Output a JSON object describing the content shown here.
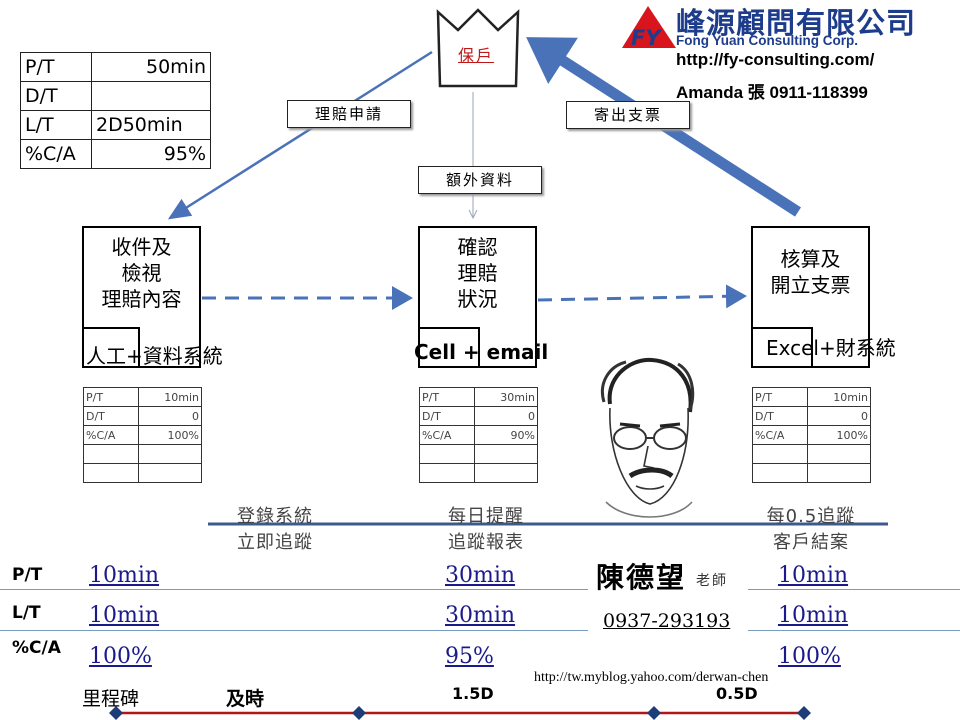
{
  "customer": {
    "label": "保戶"
  },
  "company": {
    "name_zh": "峰源顧問有限公司",
    "name_en": "Fong Yuan Consulting Corp.",
    "logo_text": "FY",
    "url": "http://fy-consulting.com/",
    "contact": "Amanda 張 0911-118399"
  },
  "summary_table": [
    {
      "key": "P/T",
      "value": "50min"
    },
    {
      "key": "D/T",
      "value": ""
    },
    {
      "key": "L/T",
      "value": "2D50min"
    },
    {
      "key": "%C/A",
      "value": "95%"
    }
  ],
  "flow_labels": {
    "claim_request": "理賠申請",
    "extra_info": "額外資料",
    "send_check": "寄出支票"
  },
  "processes": [
    {
      "lines": [
        "收件及",
        "檢視",
        "理賠內容"
      ],
      "tool": "人工+資料系統",
      "metrics": [
        {
          "key": "P/T",
          "value": "10min"
        },
        {
          "key": "D/T",
          "value": "0"
        },
        {
          "key": "%C/A",
          "value": "100%"
        }
      ]
    },
    {
      "lines": [
        "確認",
        "理賠",
        "狀況"
      ],
      "tool": "Cell + email",
      "metrics": [
        {
          "key": "P/T",
          "value": "30min"
        },
        {
          "key": "D/T",
          "value": "0"
        },
        {
          "key": "%C/A",
          "value": "90%"
        }
      ]
    },
    {
      "lines": [
        "核算及",
        "開立支票"
      ],
      "tool": "Excel+財系統",
      "metrics": [
        {
          "key": "P/T",
          "value": "10min"
        },
        {
          "key": "D/T",
          "value": "0"
        },
        {
          "key": "%C/A",
          "value": "100%"
        }
      ]
    }
  ],
  "improvements": [
    {
      "line1": "登錄系統",
      "line2": "立即追蹤"
    },
    {
      "line1": "每日提醒",
      "line2": "追蹤報表"
    },
    {
      "line1": "每0.5追蹤",
      "line2": "客戶結案"
    }
  ],
  "future_metrics": {
    "labels": [
      "P/T",
      "L/T",
      "%C/A"
    ],
    "columns": [
      {
        "pt": "10min",
        "lt": "10min",
        "ca": "100%"
      },
      {
        "pt": "30min",
        "lt": "30min",
        "ca": "95%"
      },
      {
        "pt": "10min",
        "lt": "10min",
        "ca": "100%"
      }
    ]
  },
  "instructor": {
    "name": "陳德望",
    "title": "老師",
    "phone": "0937-293193",
    "blog": "http://tw.myblog.yahoo.com/derwan-chen"
  },
  "milestones": {
    "label": "里程碑",
    "items": [
      "及時",
      "1.5D",
      "0.5D"
    ]
  },
  "colors": {
    "arrow_blue": "#4a72b8",
    "company_red": "#d8141c",
    "company_blue": "#1e3c8c",
    "metric_blue": "#1a1a8c",
    "milestone_red": "#b01818",
    "milestone_diamond": "#1e3c78"
  }
}
